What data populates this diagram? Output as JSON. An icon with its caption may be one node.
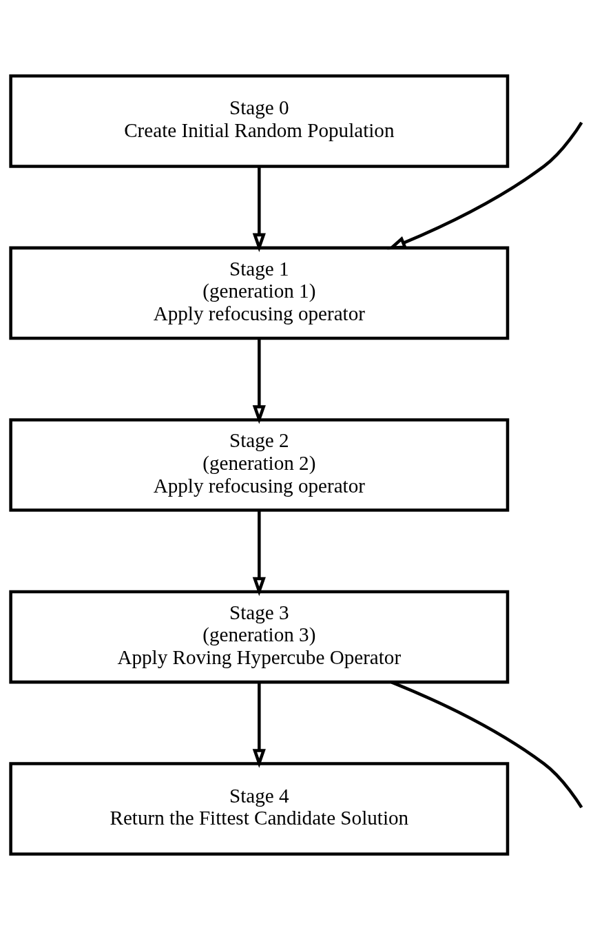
{
  "diagram": {
    "nodes": [
      {
        "text": [
          "Stage 0",
          "Create Initial Random Population"
        ]
      },
      {
        "text": [
          "Stage 1",
          "(generation 1)",
          "Apply refocusing operator"
        ]
      },
      {
        "text": [
          "Stage 2",
          "(generation 2)",
          "Apply refocusing operator"
        ]
      },
      {
        "text": [
          "Stage 3",
          "(generation 3)",
          "Apply Roving Hypercube Operator"
        ]
      },
      {
        "text": [
          "Stage 4",
          "Return the Fittest Candidate Solution"
        ]
      }
    ],
    "edges": [
      {
        "from": 0,
        "to": 1,
        "arrow": "to"
      },
      {
        "from": null,
        "to": 1,
        "arrow": "to"
      },
      {
        "from": 1,
        "to": 2,
        "arrow": "to"
      },
      {
        "from": 2,
        "to": 3,
        "arrow": "to"
      },
      {
        "from": 3,
        "to": 4,
        "arrow": "to"
      },
      {
        "from": 3,
        "to": null,
        "arrow": "none"
      }
    ]
  }
}
